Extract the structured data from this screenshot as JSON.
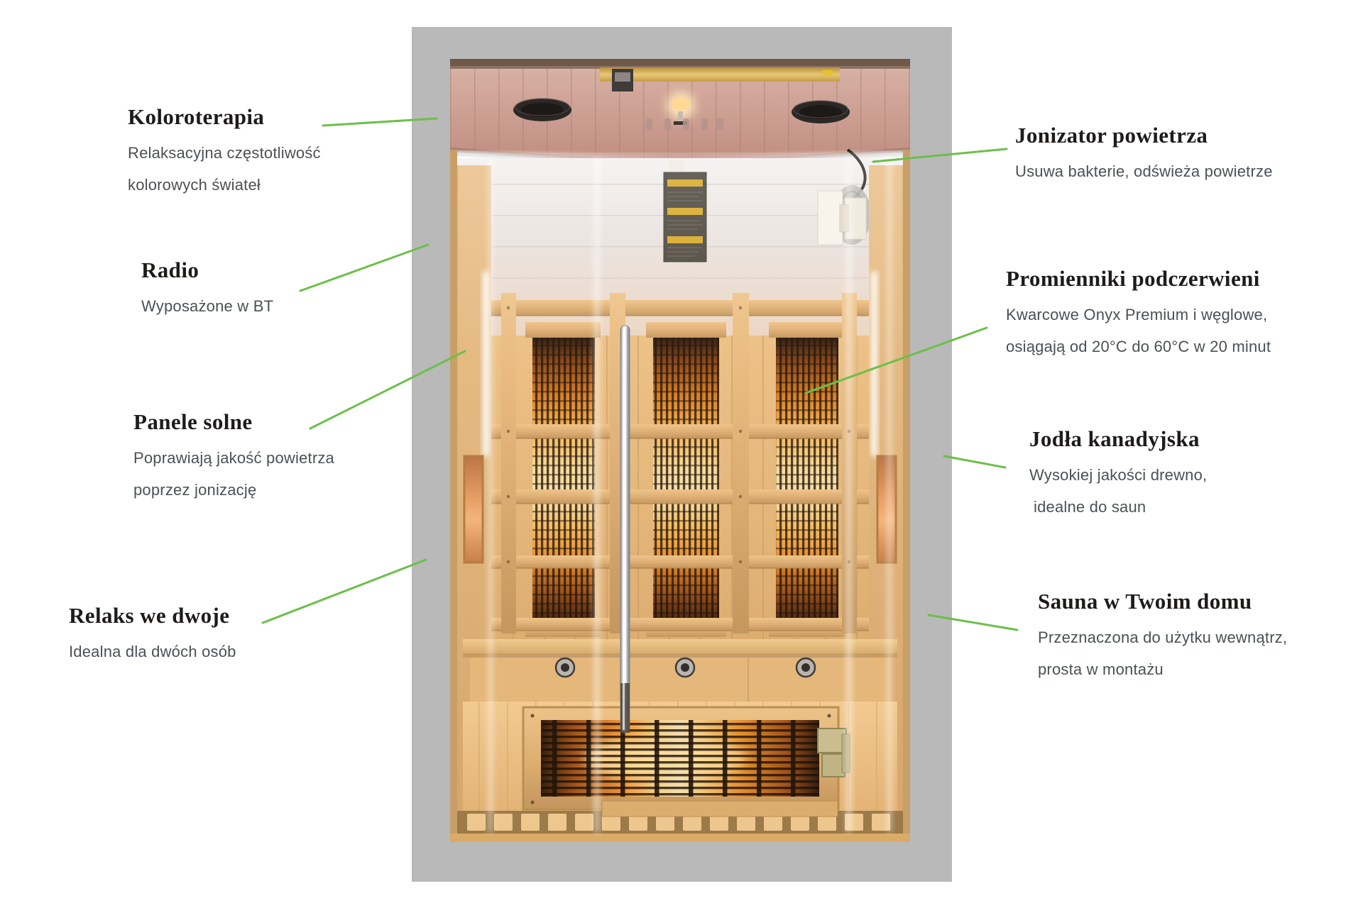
{
  "page": {
    "background": "#ffffff",
    "product_image_alt": "Two-person infrared sauna, front view with glass doors, glowing heater panels and LED lighting"
  },
  "colors": {
    "accent_green": "#6cbf4a",
    "heading_text": "#1d1c1a",
    "body_text": "#4c5055",
    "backdrop_gray": "#b9b9b9",
    "heater_glow": "#ffd98e",
    "wood": "#ddab6c"
  },
  "features_left": [
    {
      "title": "Koloroterapia",
      "lines": [
        "Relaksacyjna częstotliwość",
        "kolorowych świateł"
      ]
    },
    {
      "title": "Radio",
      "lines": [
        "Wyposażone w BT"
      ]
    },
    {
      "title": "Panele solne",
      "lines": [
        "Poprawiają jakość powietrza",
        "poprzez jonizację"
      ]
    },
    {
      "title": "Relaks we dwoje",
      "lines": [
        "Idealna dla dwóch osób"
      ]
    }
  ],
  "features_right": [
    {
      "title": "Jonizator powietrza",
      "lines": [
        "Usuwa bakterie, odświeża powietrze"
      ]
    },
    {
      "title": "Promienniki podczerwieni",
      "lines": [
        "Kwarcowe Onyx Premium i węglowe,",
        "osiągają od 20°C do 60°C w 20 minut"
      ]
    },
    {
      "title": "Jodła kanadyjska",
      "lines": [
        "Wysokiej jakości drewno,",
        "idealne do saun"
      ]
    },
    {
      "title": "Sauna w Twoim domu",
      "lines": [
        "Przeznaczona do użytku wewnątrz,",
        "prosta w montażu"
      ]
    }
  ]
}
